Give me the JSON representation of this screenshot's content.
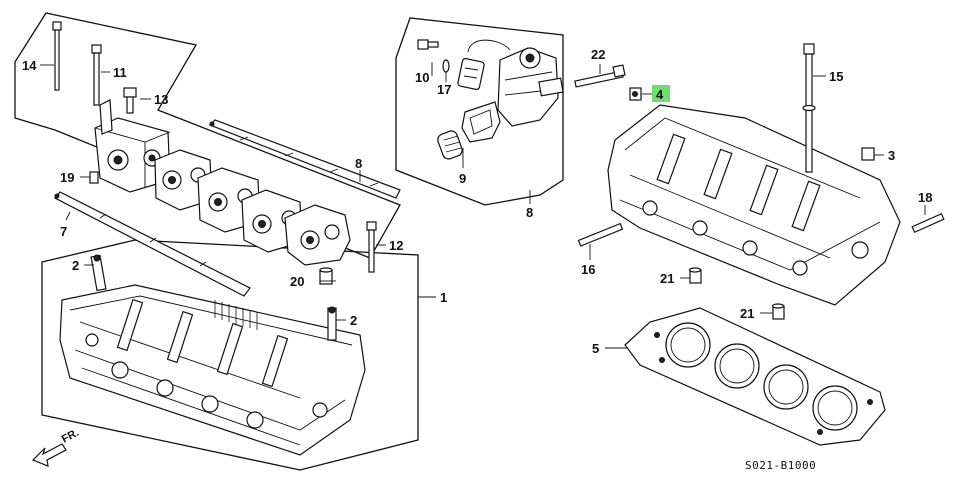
{
  "diagram": {
    "drawing_code": "S021-B1000",
    "direction_label": "FR.",
    "highlight_color": "#6fdc6f",
    "callouts": {
      "c1": "1",
      "c2a": "2",
      "c2b": "2",
      "c3": "3",
      "c4": "4",
      "c5": "5",
      "c7": "7",
      "c8a": "8",
      "c8b": "8",
      "c9": "9",
      "c10": "10",
      "c11": "11",
      "c12": "12",
      "c13": "13",
      "c14": "14",
      "c15": "15",
      "c16": "16",
      "c17": "17",
      "c18": "18",
      "c19": "19",
      "c20": "20",
      "c21a": "21",
      "c21b": "21",
      "c22": "22"
    }
  }
}
